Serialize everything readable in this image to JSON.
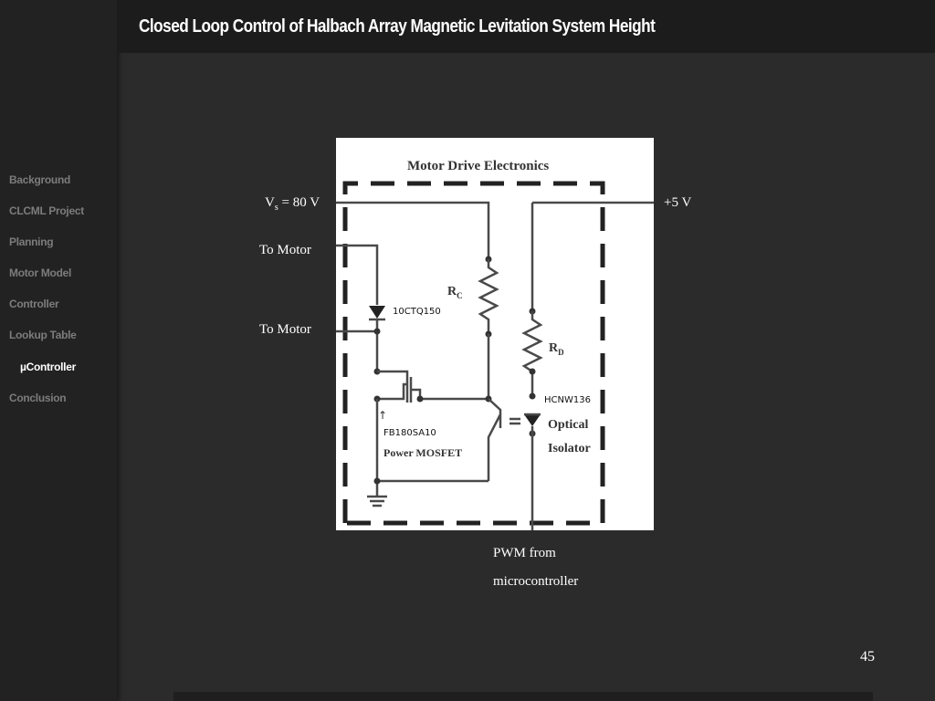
{
  "title": "Closed Loop Control of Halbach Array Magnetic Levitation System Height",
  "nav": {
    "items": [
      {
        "label": "Background"
      },
      {
        "label": "CLCML Project"
      },
      {
        "label": "Planning"
      },
      {
        "label": "Motor Model"
      },
      {
        "label": "Controller"
      },
      {
        "label": "Lookup Table"
      },
      {
        "label": "µController"
      },
      {
        "label": "Conclusion"
      }
    ],
    "active_index": 6
  },
  "labels": {
    "vs_main": "V",
    "vs_sub": "s",
    "vs_value": " = 80 V",
    "plus5v": "+5 V",
    "to_motor_1": "To Motor",
    "to_motor_2": "To Motor",
    "pwm_line1": "PWM from",
    "pwm_line2": "microcontroller"
  },
  "diagram": {
    "heading": "Motor Drive Electronics",
    "rc": "R",
    "rc_sub": "C",
    "rd": "R",
    "rd_sub": "D",
    "diode_part": "10CTQ150",
    "optoisolator_part": "HCNW136",
    "optoisolator_label_1": "Optical",
    "optoisolator_label_2": "Isolator",
    "mosfet_part": "FB180SA10",
    "mosfet_label": "Power MOSFET"
  },
  "page_number": "45",
  "colors": {
    "background": "#2b2b2b",
    "sidebar": "#222222",
    "nav_inactive": "#7c7c7c",
    "nav_active": "#ffffff"
  }
}
